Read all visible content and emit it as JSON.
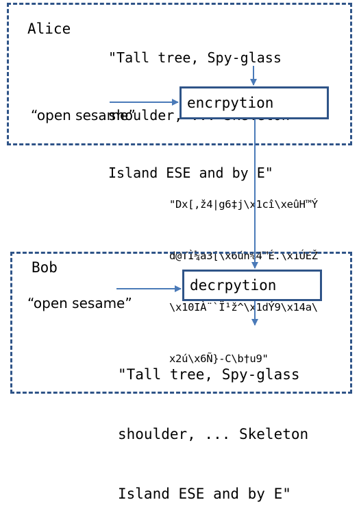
{
  "alice": {
    "name": "Alice",
    "plaintext_lines": [
      "\"Tall tree, Spy-glass",
      "shoulder, ... Skeleton",
      "Island ESE and by E\""
    ],
    "passphrase": "“open sesame”",
    "box_label": "encrpytion"
  },
  "ciphertext_lines": [
    "\"Dx[,ž4|g6‡j\\x1cî\\xeûH™Ý",
    "d@TÌ¼a3[\\x6úh%4™É.\\x1ÚEŽ",
    "\\x10IÀ¨`Ï¹ž^\\x1dÝ9\\x14a\\",
    "x2ú\\x6Ñ}-C\\b†u9\""
  ],
  "bob": {
    "name": "Bob",
    "passphrase": "“open sesame”",
    "box_label": "decrpytion",
    "plaintext_lines": [
      "\"Tall tree, Spy-glass",
      "shoulder, ... Skeleton",
      "Island ESE and by E\""
    ]
  },
  "colors": {
    "accent": "#2f5488",
    "arrow": "#4a7ab8"
  }
}
